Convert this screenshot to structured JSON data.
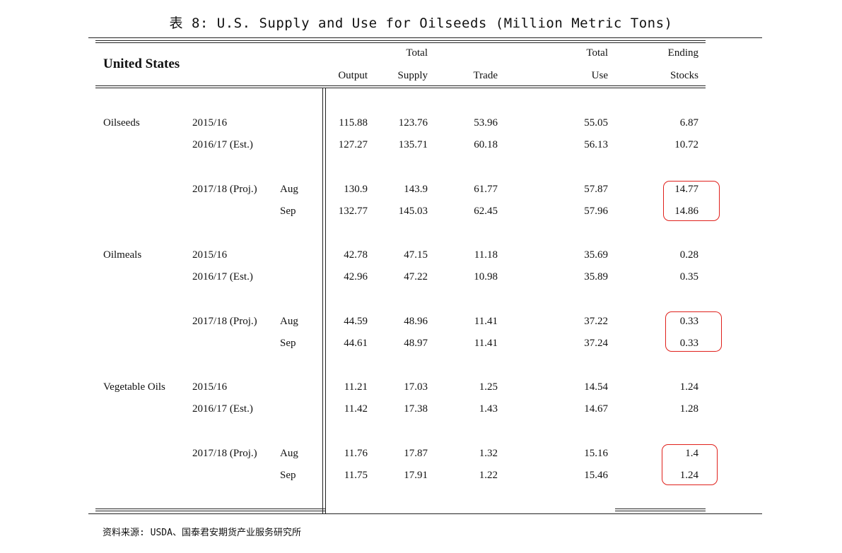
{
  "title": "表 8: U.S. Supply and Use for Oilseeds  (Million Metric Tons)",
  "source": "资料来源: USDA、国泰君安期货产业服务研究所",
  "header": {
    "region": "United States",
    "output": "Output",
    "total_supply_1": "Total",
    "total_supply_2": "Supply",
    "trade": "Trade",
    "total_use_1": "Total",
    "total_use_2": "Use",
    "ending_1": "Ending",
    "ending_2": "Stocks"
  },
  "rows": [
    {
      "cat": "Oilseeds",
      "year": "2015/16",
      "month": "",
      "output": "115.88",
      "supply": "123.76",
      "trade": "53.96",
      "use": "55.05",
      "stocks": "6.87"
    },
    {
      "cat": "",
      "year": "2016/17 (Est.)",
      "month": "",
      "output": "127.27",
      "supply": "135.71",
      "trade": "60.18",
      "use": "56.13",
      "stocks": "10.72"
    },
    {
      "cat": "",
      "year": "2017/18 (Proj.)",
      "month": "Aug",
      "output": "130.9",
      "supply": "143.9",
      "trade": "61.77",
      "use": "57.87",
      "stocks": "14.77"
    },
    {
      "cat": "",
      "year": "",
      "month": "Sep",
      "output": "132.77",
      "supply": "145.03",
      "trade": "62.45",
      "use": "57.96",
      "stocks": "14.86"
    },
    {
      "cat": "Oilmeals",
      "year": "2015/16",
      "month": "",
      "output": "42.78",
      "supply": "47.15",
      "trade": "11.18",
      "use": "35.69",
      "stocks": "0.28"
    },
    {
      "cat": "",
      "year": "2016/17 (Est.)",
      "month": "",
      "output": "42.96",
      "supply": "47.22",
      "trade": "10.98",
      "use": "35.89",
      "stocks": "0.35"
    },
    {
      "cat": "",
      "year": "2017/18 (Proj.)",
      "month": "Aug",
      "output": "44.59",
      "supply": "48.96",
      "trade": "11.41",
      "use": "37.22",
      "stocks": "0.33"
    },
    {
      "cat": "",
      "year": "",
      "month": "Sep",
      "output": "44.61",
      "supply": "48.97",
      "trade": "11.41",
      "use": "37.24",
      "stocks": "0.33"
    },
    {
      "cat": "Vegetable Oils",
      "year": "2015/16",
      "month": "",
      "output": "11.21",
      "supply": "17.03",
      "trade": "1.25",
      "use": "14.54",
      "stocks": "1.24"
    },
    {
      "cat": "",
      "year": "2016/17 (Est.)",
      "month": "",
      "output": "11.42",
      "supply": "17.38",
      "trade": "1.43",
      "use": "14.67",
      "stocks": "1.28"
    },
    {
      "cat": "",
      "year": "2017/18 (Proj.)",
      "month": "Aug",
      "output": "11.76",
      "supply": "17.87",
      "trade": "1.32",
      "use": "15.16",
      "stocks": "1.4"
    },
    {
      "cat": "",
      "year": "",
      "month": "Sep",
      "output": "11.75",
      "supply": "17.91",
      "trade": "1.22",
      "use": "15.46",
      "stocks": "1.24"
    }
  ],
  "highlight_color": "#e0201b"
}
